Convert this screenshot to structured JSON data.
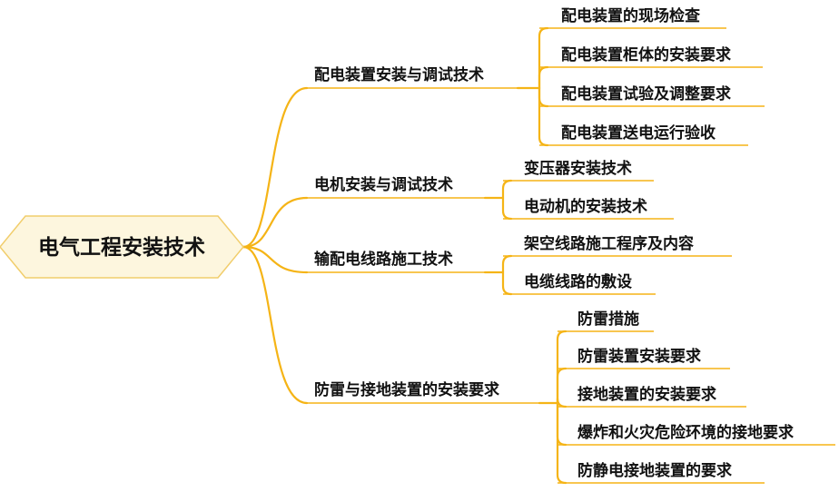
{
  "root": {
    "label": "电气工程安装技术"
  },
  "branches": [
    {
      "label": "配电装置安装与调试技术",
      "children": [
        "配电装置的现场检查",
        "配电装置柜体的安装要求",
        "配电装置试验及调整要求",
        "配电装置送电运行验收"
      ]
    },
    {
      "label": "电机安装与调试技术",
      "children": [
        "变压器安装技术",
        "电动机的安装技术"
      ]
    },
    {
      "label": "输配电线路施工技术",
      "children": [
        "架空线路施工程序及内容",
        "电缆线路的敷设"
      ]
    },
    {
      "label": "防雷与接地装置的安装要求",
      "children": [
        "防雷措施",
        "防雷装置安装要求",
        "接地装置的安装要求",
        "爆炸和火灾危险环境的接地要求",
        "防静电接地装置的要求"
      ]
    }
  ],
  "colors": {
    "branch_line": "#f5b416",
    "root_fill": "#fdf6de",
    "root_border": "#f1cd6b",
    "text": "#111111"
  }
}
